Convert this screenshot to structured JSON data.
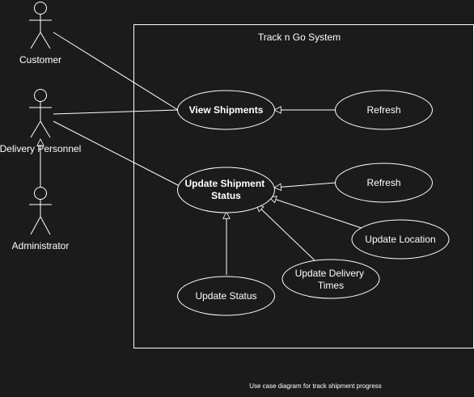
{
  "diagram": {
    "system_title": "Track n Go System",
    "caption": "Use case diagram for track shipment progress"
  },
  "actors": {
    "customer": "Customer",
    "delivery_personnel": "Delivery Personnel",
    "administrator": "Administrator"
  },
  "use_cases": {
    "view_shipments": "View Shipments",
    "update_shipment_status": [
      "Update Shipment",
      "Status"
    ],
    "refresh_view": "Refresh",
    "refresh_update": "Refresh",
    "update_location": "Update Location",
    "update_delivery_times": [
      "Update Delivery",
      "Times"
    ],
    "update_status": "Update Status"
  },
  "colors": {
    "background": "#1b1b1b",
    "stroke": "#ffffff",
    "text": "#ffffff"
  }
}
